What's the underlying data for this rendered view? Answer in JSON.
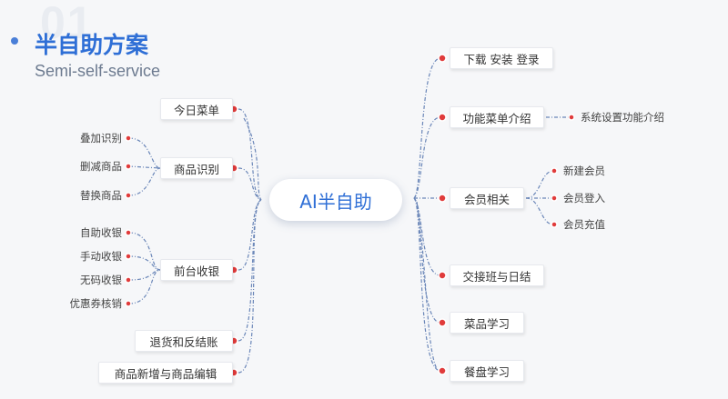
{
  "header": {
    "bg_number": "01",
    "title": "半自助方案",
    "subtitle": "Semi-self-service"
  },
  "center": {
    "label": "AI半自助"
  },
  "left": {
    "today_menu": "今日菜单",
    "goods_recognition": "商品识别",
    "goods_children": [
      "叠加识别",
      "删减商品",
      "替换商品"
    ],
    "front_checkout": "前台收银",
    "checkout_children": [
      "自助收银",
      "手动收银",
      "无码收银",
      "优惠券核销"
    ],
    "refund": "退货和反结账",
    "goods_edit": "商品新增与商品编辑"
  },
  "right": {
    "download": "下载 安装 登录",
    "menu_intro": "功能菜单介绍",
    "menu_intro_child": "系统设置功能介绍",
    "member": "会员相关",
    "member_children": [
      "新建会员",
      "会员登入",
      "会员充值"
    ],
    "shift": "交接班与日结",
    "dish_learning": "菜品学习",
    "plate_learning": "餐盘学习"
  },
  "colors": {
    "accent": "#2f6fd6",
    "dot": "#e03b3b",
    "line": "#6a86b8"
  }
}
